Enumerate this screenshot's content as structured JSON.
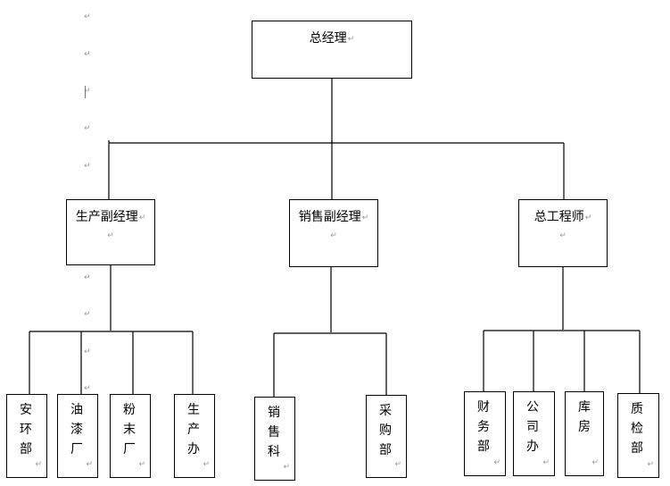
{
  "chart": {
    "root": "总经理",
    "level2": [
      "生产副经理",
      "销售副经理",
      "总工程师"
    ],
    "production_units": [
      "安环部",
      "油漆厂",
      "粉末厂",
      "生产办"
    ],
    "sales_units": [
      "销售科",
      "采购部"
    ],
    "engineering_units": [
      "财务部",
      "公司办",
      "库房",
      "质检部"
    ]
  },
  "glyphs": {
    "paragraph_mark": "↵"
  },
  "colors": {
    "line": "#000000",
    "box_fill": "#ffffff",
    "mark": "#9a9a9a"
  }
}
